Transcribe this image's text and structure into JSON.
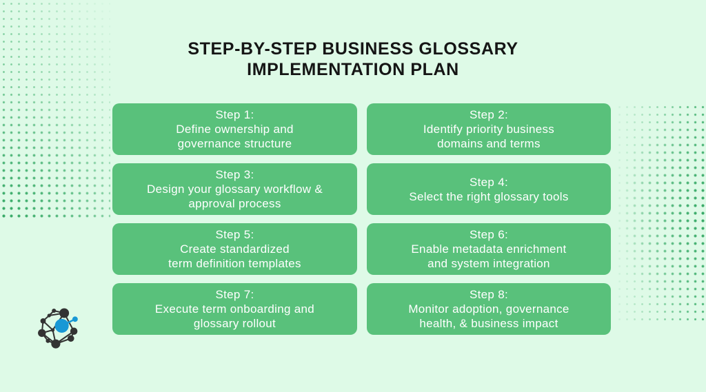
{
  "title": {
    "line1": "STEP-BY-STEP BUSINESS GLOSSARY",
    "line2": "IMPLEMENTATION PLAN"
  },
  "steps": [
    {
      "label": "Step 1:",
      "lines": [
        "Define ownership and",
        "governance structure"
      ]
    },
    {
      "label": "Step 2:",
      "lines": [
        "Identify priority business",
        "domains and terms"
      ]
    },
    {
      "label": "Step 3:",
      "lines": [
        "Design your glossary workflow &",
        "approval process"
      ]
    },
    {
      "label": "Step 4:",
      "lines": [
        "Select the right glossary tools"
      ]
    },
    {
      "label": "Step 5:",
      "lines": [
        "Create standardized",
        "term definition templates"
      ]
    },
    {
      "label": "Step 6:",
      "lines": [
        "Enable metadata enrichment",
        "and system integration"
      ]
    },
    {
      "label": "Step 7:",
      "lines": [
        "Execute term onboarding and",
        "glossary rollout"
      ]
    },
    {
      "label": "Step 8:",
      "lines": [
        "Monitor adoption, governance",
        "health, & business impact"
      ]
    }
  ],
  "colors": {
    "background": "#defae7",
    "card": "#59c17b",
    "card_text": "#ffffff",
    "title_text": "#151515",
    "dots": "#38ad68",
    "logo_dark": "#333333",
    "logo_blue": "#1898d5"
  },
  "logo": {
    "name": "network-graph-logo"
  }
}
